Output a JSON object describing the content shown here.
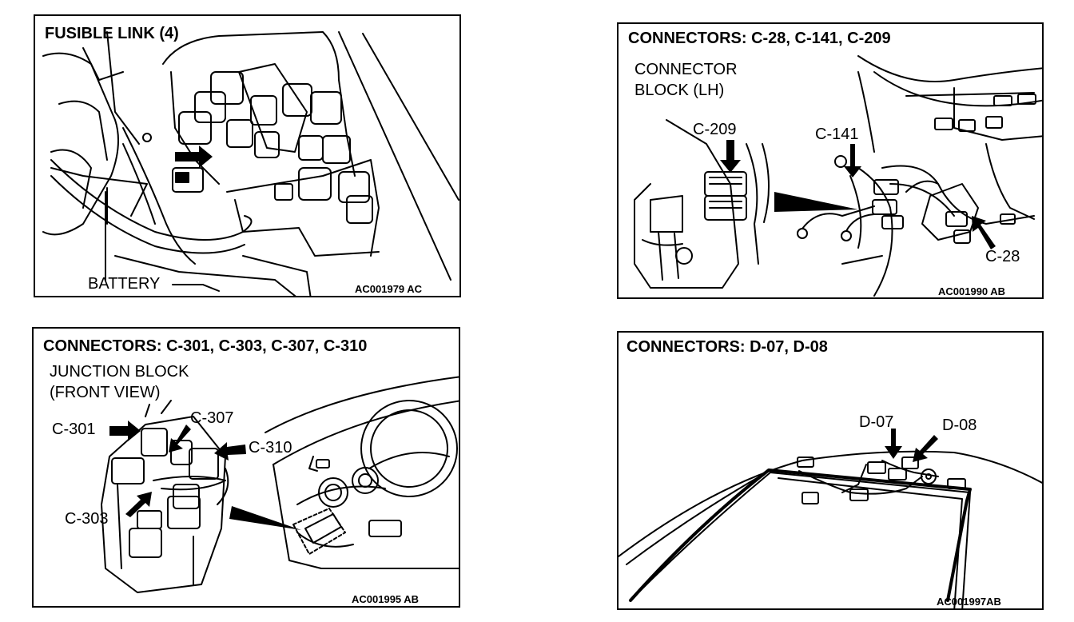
{
  "panels": {
    "p1": {
      "title": "FUSIBLE LINK (4)",
      "labels": {
        "battery": "BATTERY"
      },
      "code": "AC001979 AC"
    },
    "p2": {
      "title": "CONNECTORS: C-28, C-141, C-209",
      "labels": {
        "block_line1": "CONNECTOR",
        "block_line2": "BLOCK (LH)",
        "c209": "C-209",
        "c141": "C-141",
        "c28": "C-28"
      },
      "code": "AC001990 AB"
    },
    "p3": {
      "title": "CONNECTORS: C-301, C-303, C-307, C-310",
      "labels": {
        "jb_line1": "JUNCTION BLOCK",
        "jb_line2": "(FRONT VIEW)",
        "c301": "C-301",
        "c307": "C-307",
        "c310": "C-310",
        "c303": "C-303"
      },
      "code": "AC001995 AB"
    },
    "p4": {
      "title": "CONNECTORS: D-07, D-08",
      "labels": {
        "d07": "D-07",
        "d08": "D-08"
      },
      "code": "AC001997AB"
    }
  },
  "colors": {
    "ink": "#000000",
    "paper": "#ffffff"
  }
}
